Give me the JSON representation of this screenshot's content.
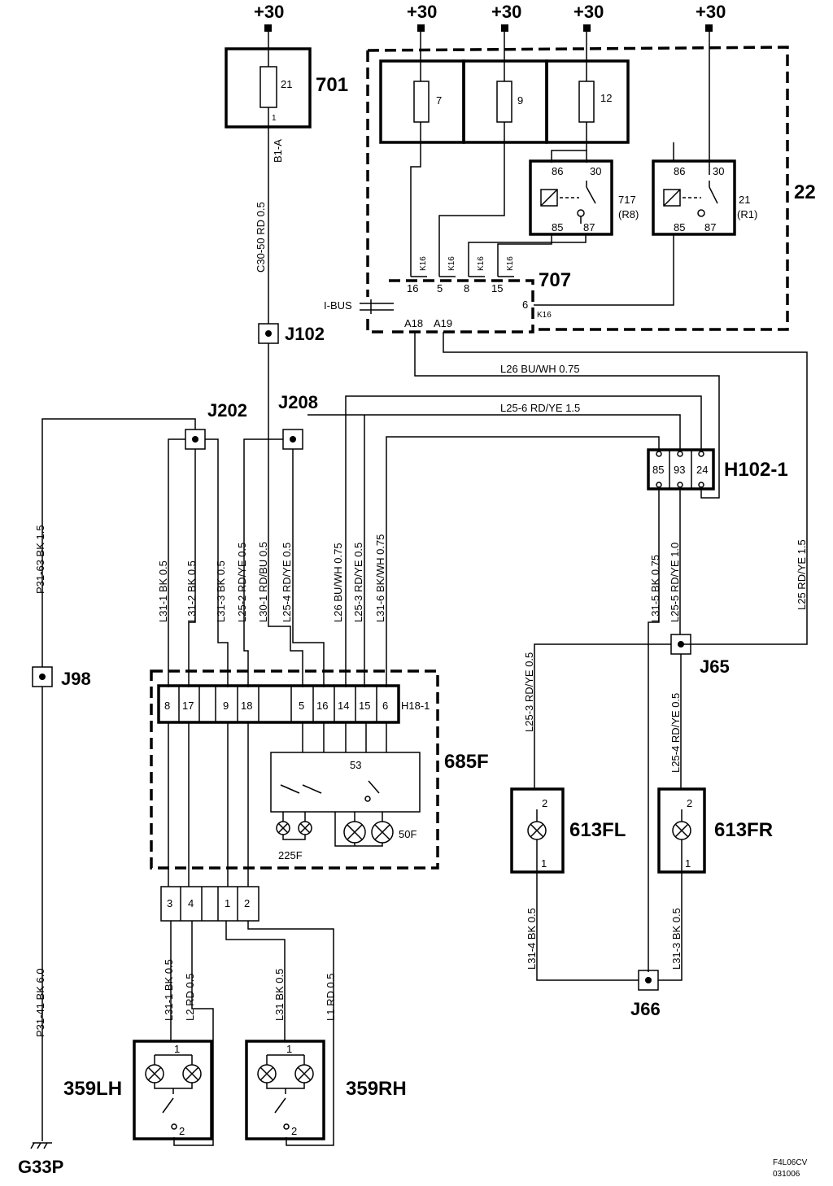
{
  "supply": "+30",
  "components": {
    "fuse_701": {
      "id": "701",
      "fuse": "21",
      "pin": "1"
    },
    "fusebox_22": {
      "id": "22",
      "fuses": [
        "7",
        "9",
        "12"
      ]
    },
    "relay_717": {
      "id": "717",
      "sub": "(R8)",
      "pins": [
        "86",
        "30",
        "85",
        "87"
      ]
    },
    "relay_21": {
      "id": "21",
      "sub": "(R1)",
      "pins": [
        "86",
        "30",
        "85",
        "87"
      ]
    },
    "module_707": {
      "id": "707",
      "pins": [
        "16",
        "5",
        "8",
        "15",
        "6"
      ],
      "bus": "I-BUS",
      "a18": "A18",
      "a19": "A19",
      "k16": "K16"
    },
    "conn_h102": {
      "id": "H102-1",
      "pins": [
        "85",
        "93",
        "24"
      ]
    },
    "conn_h18": {
      "id": "H18-1",
      "pins": [
        "8",
        "17",
        "9",
        "18",
        "5",
        "16",
        "14",
        "15",
        "6"
      ]
    },
    "switch_685f": {
      "id": "685F",
      "pin": "53",
      "lamp_a": "225F",
      "lamp_b": "50F"
    },
    "lower_conn": {
      "pins": [
        "3",
        "4",
        "1",
        "2"
      ]
    },
    "lamp_613fl": {
      "id": "613FL",
      "pin_top": "2",
      "pin_bot": "1"
    },
    "lamp_613fr": {
      "id": "613FR",
      "pin_top": "2",
      "pin_bot": "1"
    },
    "lamp_359lh": {
      "id": "359LH",
      "pin_top": "1",
      "pin_bot": "2"
    },
    "lamp_359rh": {
      "id": "359RH",
      "pin_top": "1",
      "pin_bot": "2"
    },
    "ground": "G33P"
  },
  "junctions": {
    "j102": "J102",
    "j202": "J202",
    "j208": "J208",
    "j98": "J98",
    "j65": "J65",
    "j66": "J66"
  },
  "wires": {
    "b1a": "B1-A",
    "c30": "C30-50  RD  0.5",
    "l26_top": "L26  BU/WH  0.75",
    "l25_6": "L25-6  RD/YE  1.5",
    "p31_63": "P31-63  BK  1.5",
    "p31_41": "P31-41 BK 6.0",
    "l31_1": "L31-1  BK  0.5",
    "l31_2": "L31-2  BK  0.5",
    "l31_3": "L31-3  BK  0.5",
    "l25_2": "L25-2  RD/YE  0.5",
    "l30_1": "L30-1  RD/BU  0.5",
    "l25_4": "L25-4  RD/YE  0.5",
    "l26": "L26  BU/WH  0.75",
    "l25_3": "L25-3  RD/YE  0.5",
    "l31_6": "L31-6  BK/WH  0.75",
    "l31_5": "L31-5  BK  0.75",
    "l25_5": "L25-5  RD/YE  1.0",
    "l25": "L25  RD/YE  1.5",
    "fl_top": "L25-3  RD/YE  0.5",
    "fr_top": "L25-4  RD/YE  0.5",
    "fl_bot": "L31-4  BK  0.5",
    "fr_bot": "L31-3  BK  0.5",
    "lh_a": "L31-1  BK  0.5",
    "lh_b": "L2  RD  0.5",
    "rh_a": "L31  BK  0.5",
    "rh_b": "L1  RD  0.5"
  },
  "footer": {
    "code": "F4L06CV",
    "date": "031006"
  }
}
